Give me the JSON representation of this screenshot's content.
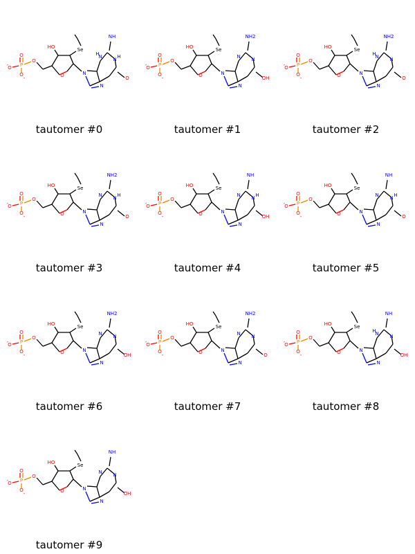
{
  "tautomers": [
    {
      "label": "tautomer #0",
      "pos_a": "H",
      "pos_b": "H",
      "pos_c": "",
      "exo_n": "NH",
      "exo_o": "O",
      "ring_bonds": "A"
    },
    {
      "label": "tautomer #1",
      "pos_a": "",
      "pos_b": "",
      "pos_c": "",
      "exo_n": "NH2",
      "exo_o": "OH",
      "ring_bonds": "B"
    },
    {
      "label": "tautomer #2",
      "pos_a": "H",
      "pos_b": "",
      "pos_c": "",
      "exo_n": "NH2",
      "exo_o": "O",
      "ring_bonds": "C"
    },
    {
      "label": "tautomer #3",
      "pos_a": "",
      "pos_b": "H",
      "pos_c": "",
      "exo_n": "NH2",
      "exo_o": "O",
      "ring_bonds": "D"
    },
    {
      "label": "tautomer #4",
      "pos_a": "",
      "pos_b": "H",
      "pos_c": "",
      "exo_n": "NH",
      "exo_o": "OH",
      "ring_bonds": "E"
    },
    {
      "label": "tautomer #5",
      "pos_a": "",
      "pos_b": "H",
      "pos_c": "",
      "exo_n": "NH",
      "exo_o": "O",
      "ring_bonds": "F"
    },
    {
      "label": "tautomer #6",
      "pos_a": "",
      "pos_b": "",
      "pos_c": "",
      "exo_n": "NH2",
      "exo_o": "OH",
      "ring_bonds": "G"
    },
    {
      "label": "tautomer #7",
      "pos_a": "",
      "pos_b": "",
      "pos_c": "",
      "exo_n": "NH2",
      "exo_o": "O",
      "ring_bonds": "H"
    },
    {
      "label": "tautomer #8",
      "pos_a": "H",
      "pos_b": "",
      "pos_c": "",
      "exo_n": "NH",
      "exo_o": "OH",
      "ring_bonds": "I"
    },
    {
      "label": "tautomer #9",
      "pos_a": "",
      "pos_b": "",
      "pos_c": "",
      "exo_n": "NH",
      "exo_o": "OH",
      "ring_bonds": "J"
    }
  ],
  "atoms": {
    "phosphorus": "P",
    "oxygen": "O",
    "oxygen_minus": "O",
    "selenium": "Se",
    "nitrogen": "N",
    "hydroxyl": "HO",
    "oh": "OH",
    "charge_minus": "-"
  },
  "colors": {
    "nitrogen": "#0000ff",
    "oxygen": "#ff0000",
    "phosphorus": "#ff8000",
    "carbon": "#000000"
  }
}
